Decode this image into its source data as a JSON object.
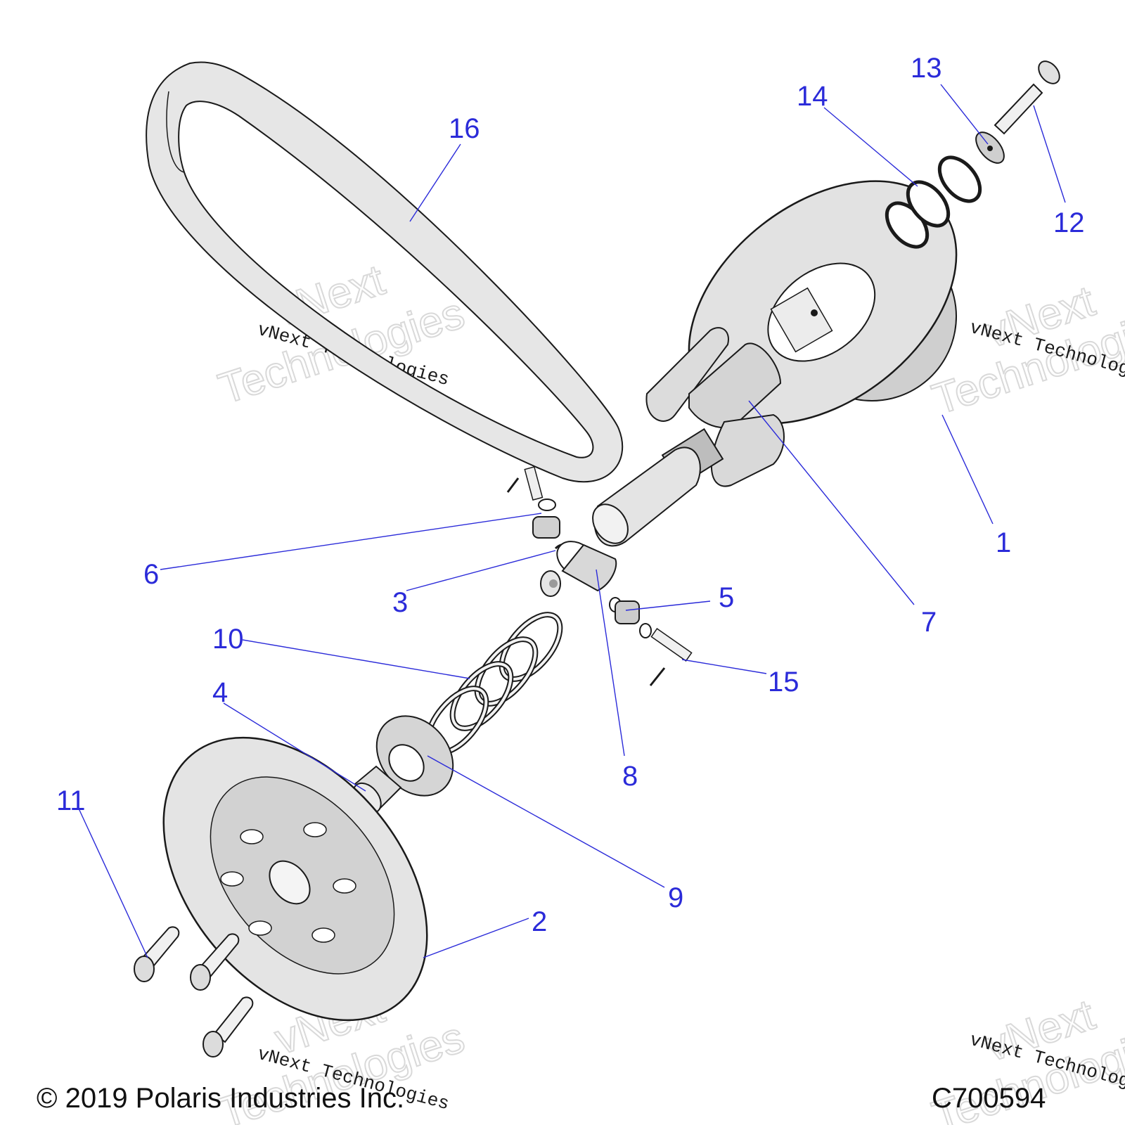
{
  "callouts": [
    {
      "num": "1"
    },
    {
      "num": "2"
    },
    {
      "num": "3"
    },
    {
      "num": "4"
    },
    {
      "num": "5"
    },
    {
      "num": "6"
    },
    {
      "num": "7"
    },
    {
      "num": "8"
    },
    {
      "num": "9"
    },
    {
      "num": "10"
    },
    {
      "num": "11"
    },
    {
      "num": "12"
    },
    {
      "num": "13"
    },
    {
      "num": "14"
    },
    {
      "num": "15"
    },
    {
      "num": "16"
    }
  ],
  "watermark": {
    "outline_line1": "vNext",
    "outline_line2": "Technologies",
    "small": "vNext Technologies"
  },
  "footer": {
    "copyright": "© 2019 Polaris Industries Inc.",
    "code": "C700594"
  },
  "colors": {
    "callout": "#2b2bd9",
    "part_fill": "#e8e8e8",
    "outline": "#1a1a1a"
  }
}
